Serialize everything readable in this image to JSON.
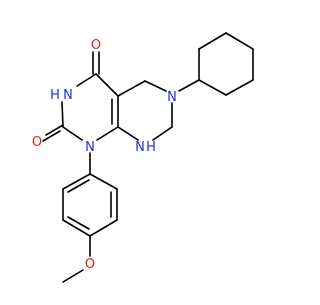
{
  "molecule": {
    "atom_labels": {
      "o_top": "O",
      "nh_left": "N",
      "nh_left_h": "H",
      "o_left": "O",
      "n1": "N",
      "n_ring_right": "N",
      "nh_bottom": "N",
      "nh_bottom_h": "H",
      "o_methoxy": "O"
    },
    "colors": {
      "bond": "#000000",
      "nitrogen": "#2b2bd9",
      "oxygen": "#e0201b",
      "background": "#ffffff"
    }
  }
}
